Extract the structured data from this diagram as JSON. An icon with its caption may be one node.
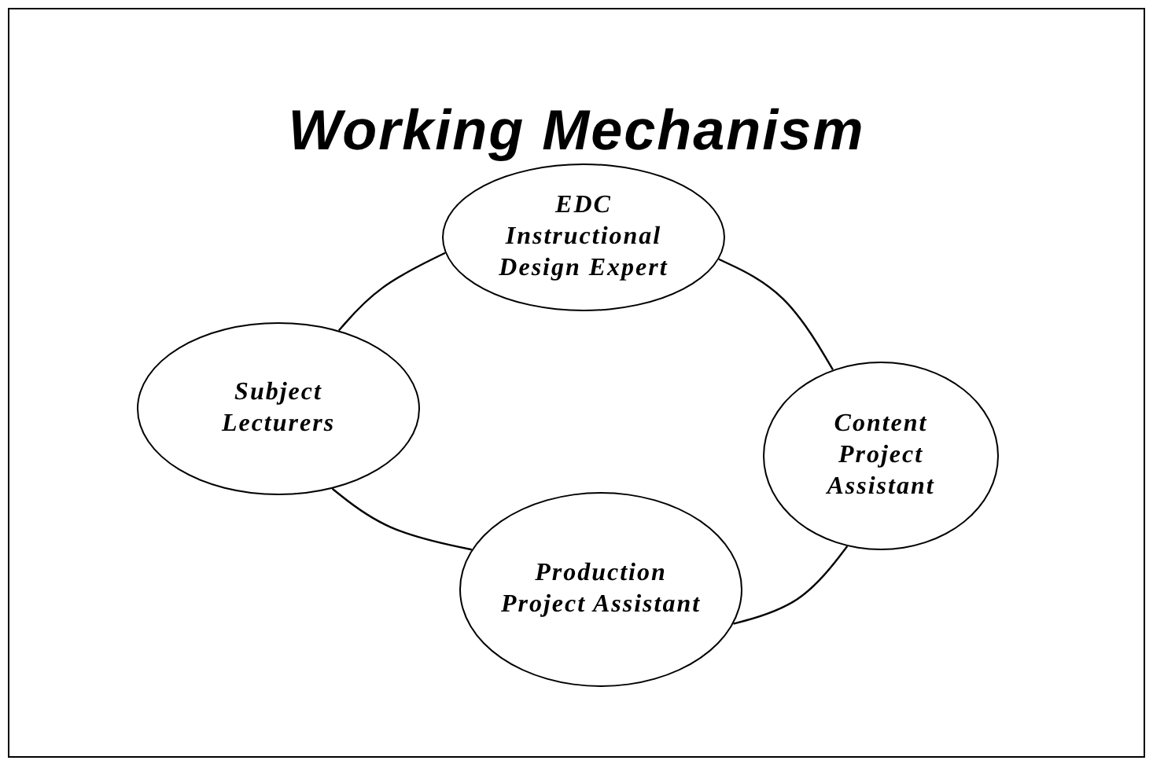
{
  "diagram": {
    "title": "Working Mechanism",
    "nodes": [
      {
        "text": [
          "EDC Instructional Design Expert"
        ]
      },
      {
        "text": [
          "Subject Lecturers"
        ]
      },
      {
        "text": [
          "Content Project Assistant"
        ]
      },
      {
        "text": [
          "Production Project Assistant"
        ]
      }
    ],
    "edges": [
      {
        "from": 1,
        "to": 0,
        "arrow": "none"
      },
      {
        "from": 0,
        "to": 2,
        "arrow": "none"
      },
      {
        "from": 2,
        "to": 3,
        "arrow": "none"
      },
      {
        "from": 3,
        "to": 1,
        "arrow": "none"
      }
    ]
  }
}
